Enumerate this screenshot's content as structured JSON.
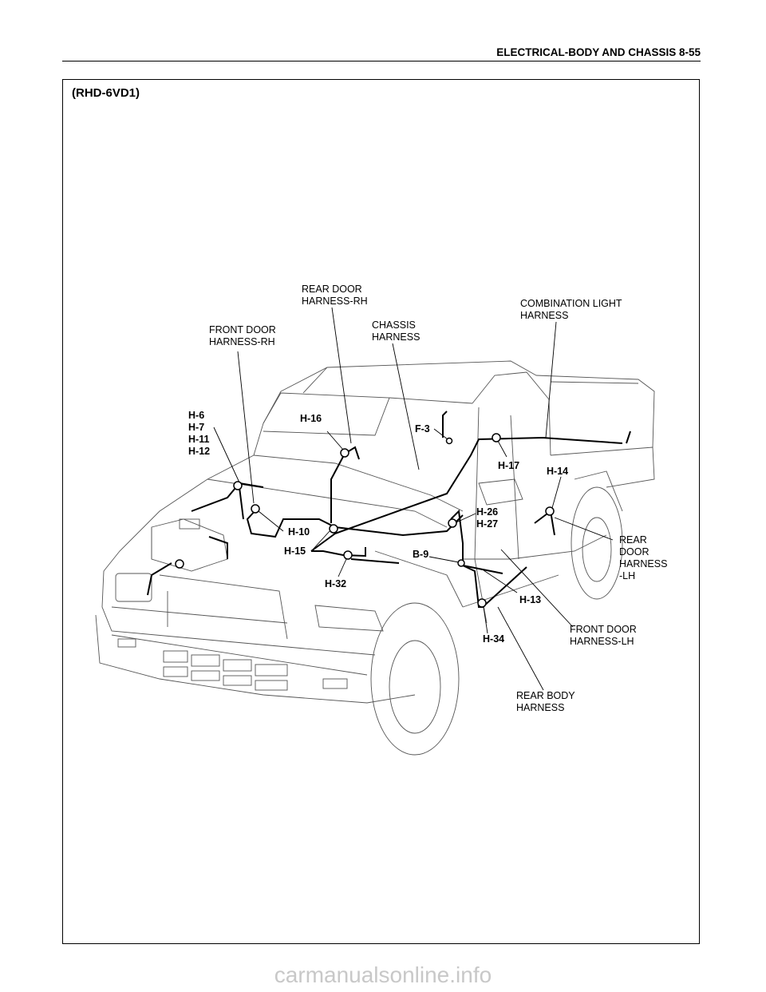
{
  "header": {
    "title": "ELECTRICAL-BODY AND CHASSIS  8-55"
  },
  "variant": "(RHD-6VD1)",
  "harness_labels": {
    "rear_door_rh": [
      "REAR DOOR",
      "HARNESS-RH"
    ],
    "combination_light": [
      "COMBINATION LIGHT",
      "HARNESS"
    ],
    "front_door_rh": [
      "FRONT DOOR",
      "HARNESS-RH"
    ],
    "chassis": [
      "CHASSIS",
      "HARNESS"
    ],
    "rear_door_lh": [
      "REAR",
      "DOOR",
      "HARNESS",
      "-LH"
    ],
    "front_door_lh": [
      "FRONT DOOR",
      "HARNESS-LH"
    ],
    "rear_body": [
      "REAR BODY",
      "HARNESS"
    ]
  },
  "connectors": {
    "group_h6": [
      "H-6",
      "H-7",
      "H-11",
      "H-12"
    ],
    "h16": "H-16",
    "f3": "F-3",
    "h17": "H-17",
    "h14": "H-14",
    "h26": [
      "H-26",
      "H-27"
    ],
    "h10": "H-10",
    "h15": "H-15",
    "b9": "B-9",
    "h32": "H-32",
    "h13": "H-13",
    "h34": "H-34"
  },
  "watermark": "carmanualsonline.info"
}
